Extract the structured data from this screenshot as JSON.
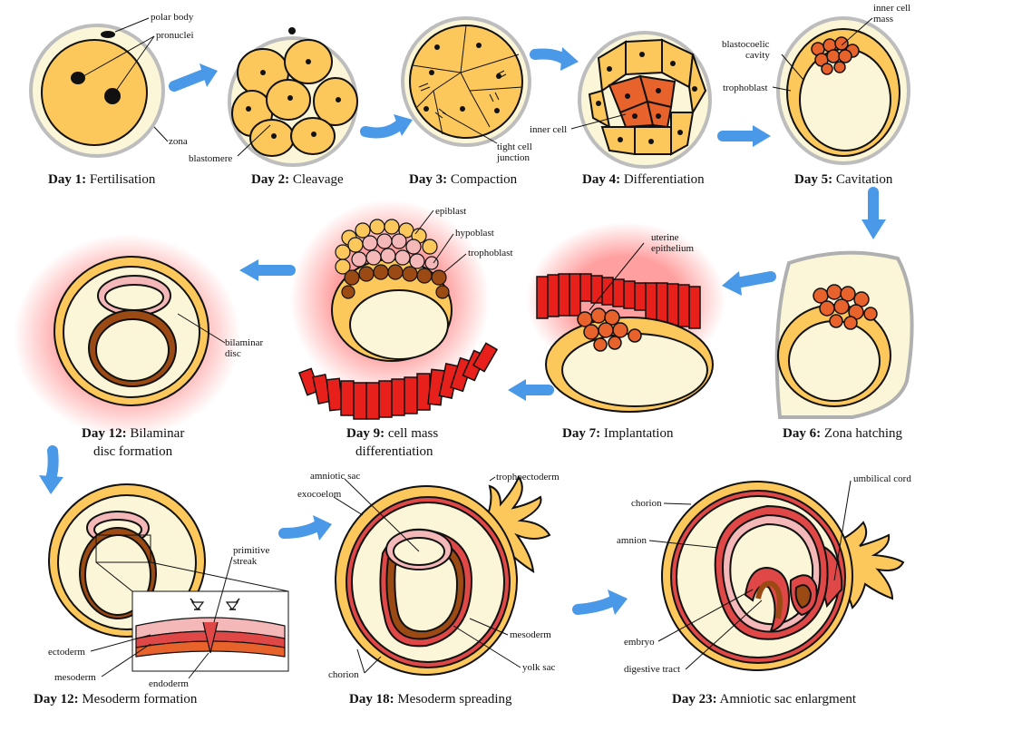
{
  "stages": [
    {
      "day": "Day 1:",
      "name": "Fertilisation"
    },
    {
      "day": "Day 2:",
      "name": "Cleavage"
    },
    {
      "day": "Day 3:",
      "name": "Compaction"
    },
    {
      "day": "Day 4:",
      "name": "Differentiation"
    },
    {
      "day": "Day 5:",
      "name": "Cavitation"
    },
    {
      "day": "Day 6:",
      "name": "Zona hatching"
    },
    {
      "day": "Day 7:",
      "name": "Implantation"
    },
    {
      "day": "Day 9:",
      "name": "cell mass",
      "name2": "differentiation"
    },
    {
      "day": "Day 12:",
      "name": "Bilaminar",
      "name2": "disc formation"
    },
    {
      "day": "Day 12:",
      "name": "Mesoderm formation"
    },
    {
      "day": "Day 18:",
      "name": "Mesoderm spreading"
    },
    {
      "day": "Day 23:",
      "name": "Amniotic sac enlargment"
    }
  ],
  "labels": {
    "polar_body": "polar body",
    "pronuclei": "pronuclei",
    "zona": "zona",
    "blastomere": "blastomere",
    "tight_cell_1": "tight cell",
    "tight_cell_2": "junction",
    "inner_cell": "inner cell",
    "inner_cell_mass_1": "inner cell",
    "inner_cell_mass_2": "mass",
    "blastocoelic_1": "blastocoelic",
    "blastocoelic_2": "cavity",
    "trophoblast": "trophoblast",
    "uterine_1": "uterine",
    "uterine_2": "epithelium",
    "epiblast": "epiblast",
    "hypoblast": "hypoblast",
    "trophoblast2": "trophoblast",
    "bilaminar_1": "bilaminar",
    "bilaminar_2": "disc",
    "primitive_1": "primitive",
    "primitive_2": "streak",
    "ectoderm": "ectoderm",
    "mesoderm": "mesoderm",
    "endoderm": "endoderm",
    "amniotic_sac": "amniotic sac",
    "exocoelom": "exocoelom",
    "trophoectoderm": "trophoectoderm",
    "mesoderm2": "mesoderm",
    "yolk_sac": "yolk sac",
    "chorion": "chorion",
    "umbilical_cord": "umbilical cord",
    "chorion2": "chorion",
    "amnion": "amnion",
    "embryo": "embryo",
    "digestive_tract": "digestive tract"
  },
  "colors": {
    "zona": "#fbf6d8",
    "cell": "#fcc85c",
    "cell_outline": "#111111",
    "inner_cell": "#e8622c",
    "hypoblast": "#f5b8b8",
    "trophoblast_dark": "#9c4a14",
    "uterine": "#e8201c",
    "glow": "#ff6060",
    "mesoderm": "#e04848",
    "arrow": "#4a98e8",
    "zona_hatch": "#b0b0b0"
  }
}
